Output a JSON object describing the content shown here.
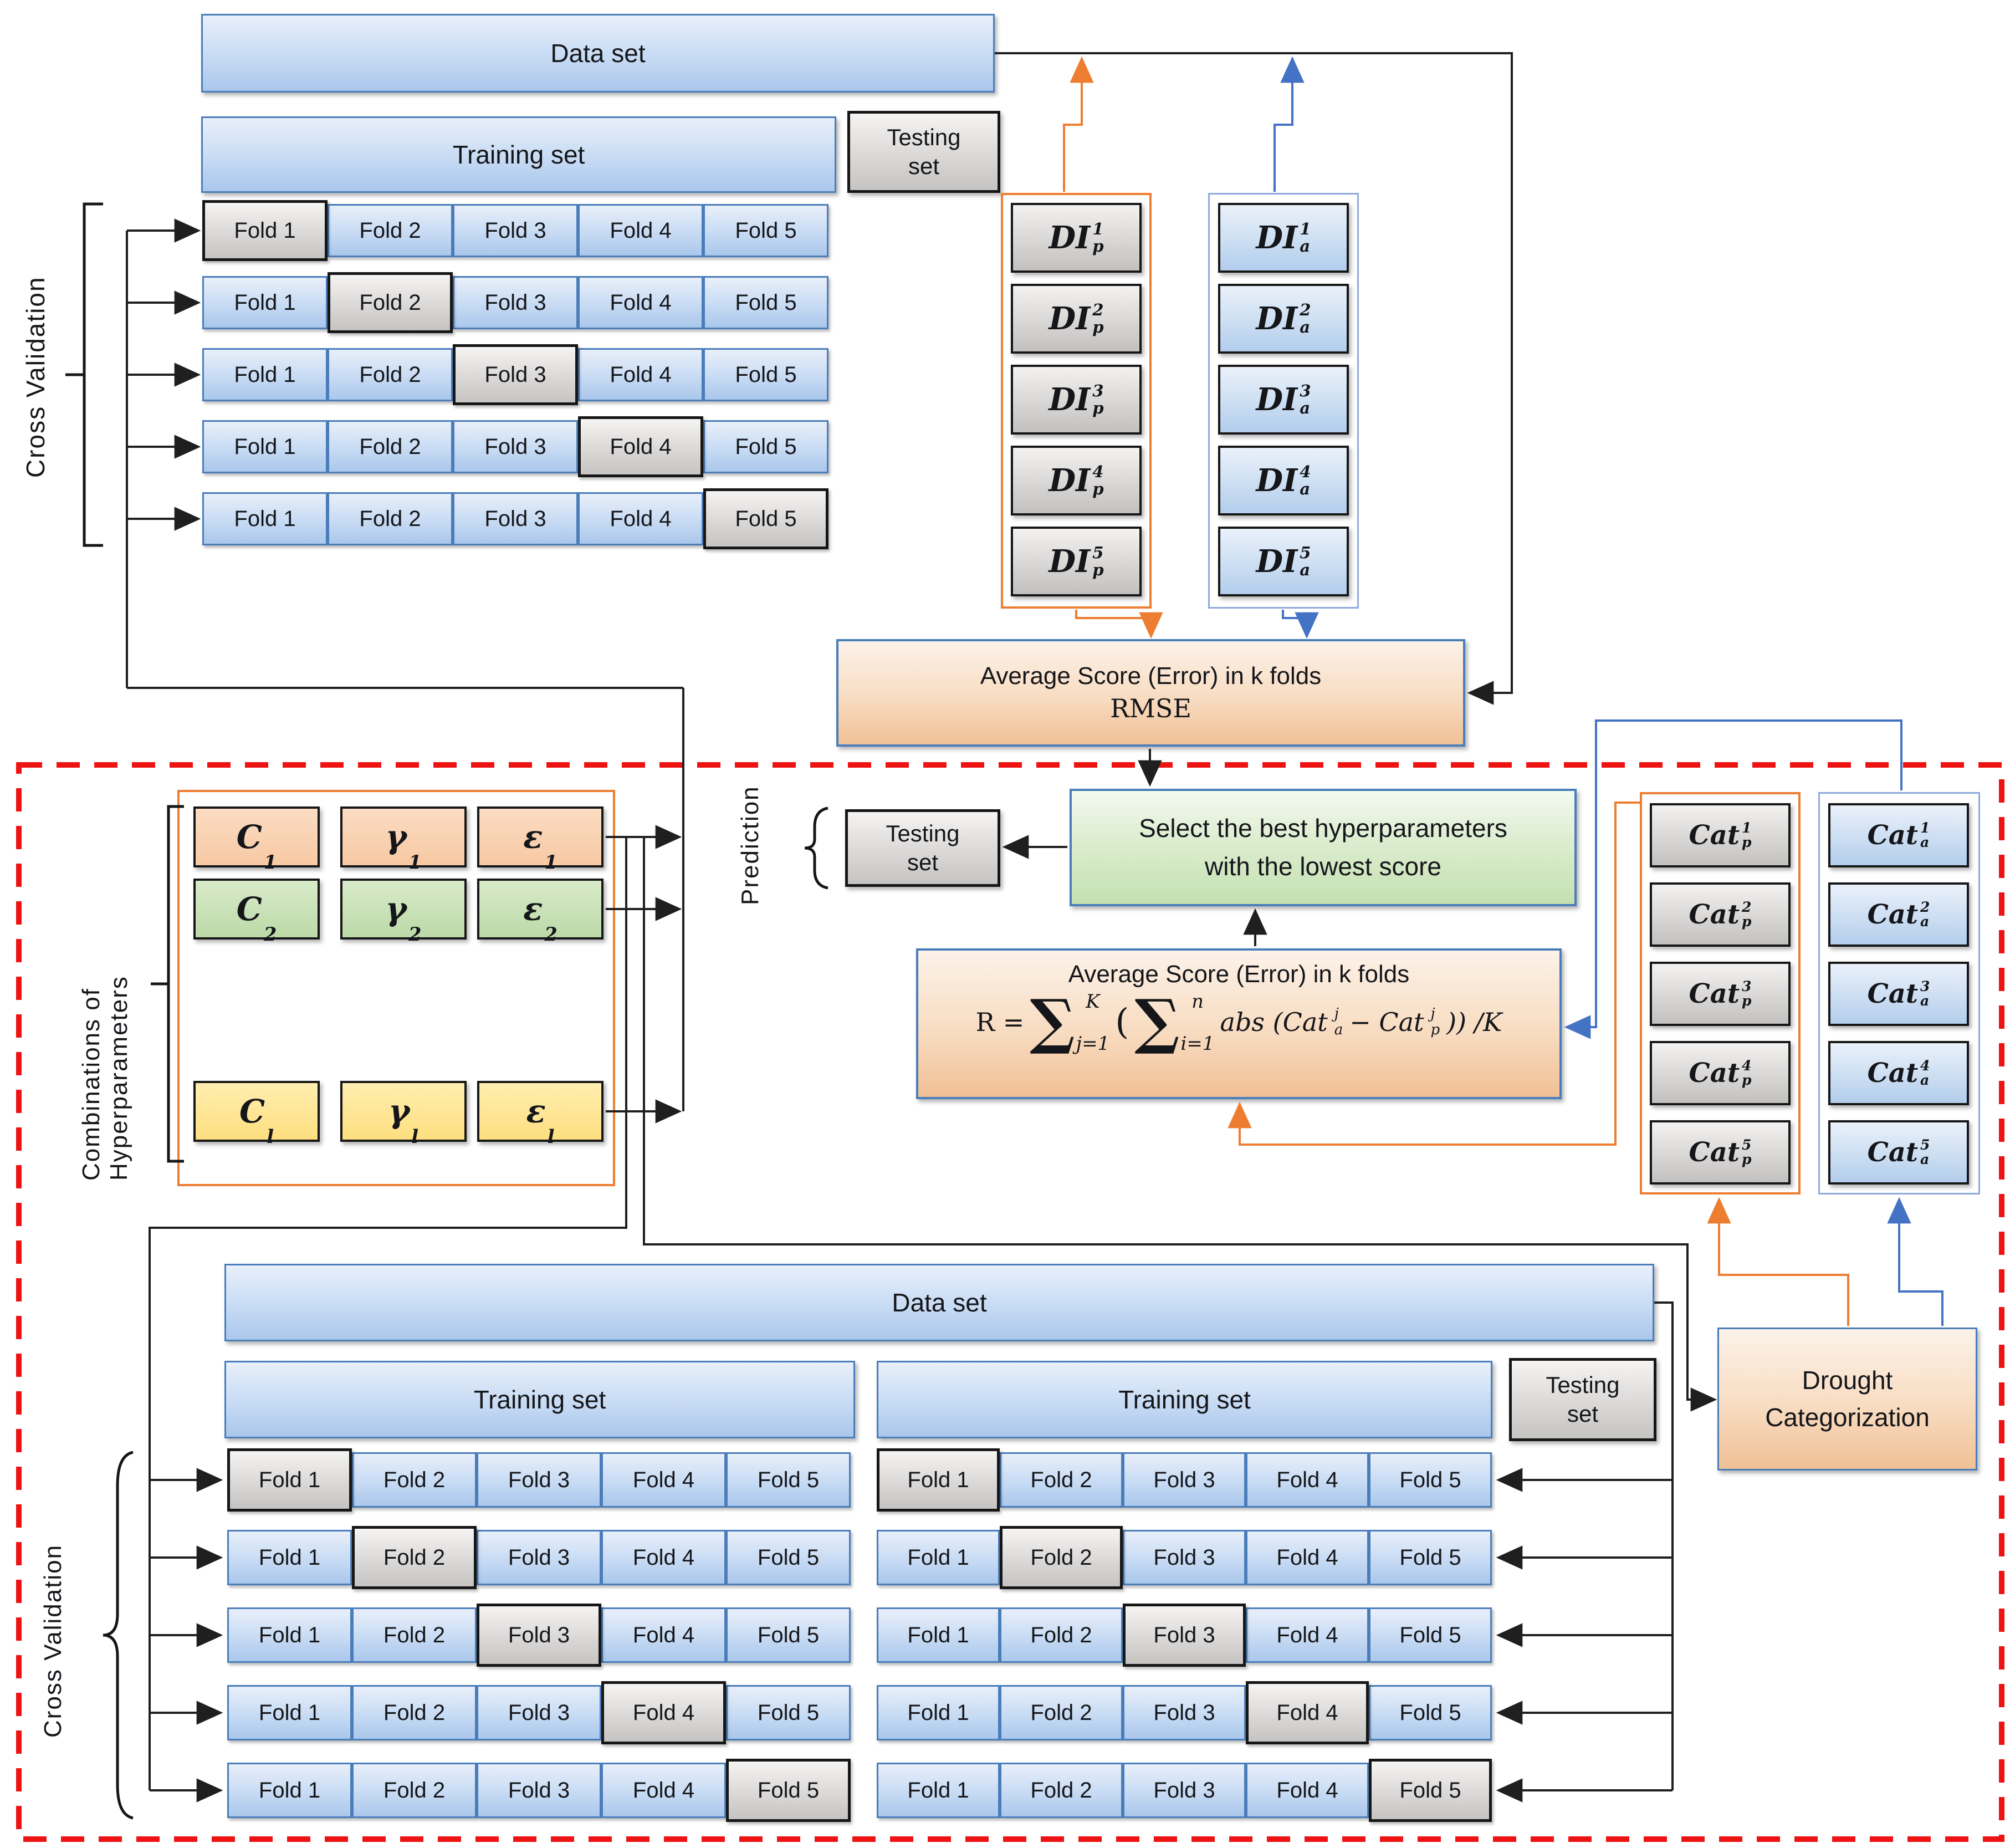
{
  "labels": {
    "data_set_top": "Data set",
    "training_set_top": "Training set",
    "testing_set_top": "Testing set",
    "cross_validation_top": "Cross Validation",
    "cross_validation_bottom": "Cross Validation",
    "combinations": "Combinations of Hyperparameters",
    "prediction": "Prediction",
    "avg_rmse_title": "Average Score (Error) in k folds",
    "avg_rmse_sub": "RMSE",
    "select_best": "Select the best hyperparameters\nwith the lowest score",
    "avg_formula_title": "Average Score (Error) in k folds",
    "testing_set_mid": "Testing set",
    "data_set_bottom": "Data set",
    "training_set_bottom_left": "Training set",
    "training_set_bottom_right": "Training set",
    "testing_set_bottom": "Testing set",
    "drought_categorization": "Drought\nCategorization"
  },
  "folds": [
    "Fold 1",
    "Fold 2",
    "Fold 3",
    "Fold 4",
    "Fold 5"
  ],
  "di_columns": [
    {
      "id": "di-p",
      "base": "DI",
      "sub": "p",
      "indices": [
        "1",
        "2",
        "3",
        "4",
        "5"
      ],
      "style": "graybox",
      "frame": "orange"
    },
    {
      "id": "di-a",
      "base": "DI",
      "sub": "a",
      "indices": [
        "1",
        "2",
        "3",
        "4",
        "5"
      ],
      "style": "bluebox",
      "frame": "blue"
    }
  ],
  "cat_columns": [
    {
      "id": "cat-p",
      "base": "Cat",
      "sub": "p",
      "indices": [
        "1",
        "2",
        "3",
        "4",
        "5"
      ],
      "style": "graybox",
      "frame": "orange"
    },
    {
      "id": "cat-a",
      "base": "Cat",
      "sub": "a",
      "indices": [
        "1",
        "2",
        "3",
        "4",
        "5"
      ],
      "style": "bluebox",
      "frame": "blue"
    }
  ],
  "hyperparameters": {
    "rows": [
      {
        "color": "peach",
        "symbols": [
          {
            "base": "C",
            "sub": "1"
          },
          {
            "base": "γ",
            "sub": "1"
          },
          {
            "base": "ε",
            "sub": "1"
          }
        ]
      },
      {
        "color": "hgreen",
        "symbols": [
          {
            "base": "C",
            "sub": "2"
          },
          {
            "base": "γ",
            "sub": "2"
          },
          {
            "base": "ε",
            "sub": "2"
          }
        ]
      },
      {
        "color": "hyellow",
        "symbols": [
          {
            "base": "C",
            "sub": "l"
          },
          {
            "base": "γ",
            "sub": "l"
          },
          {
            "base": "ε",
            "sub": "l"
          }
        ]
      }
    ]
  },
  "formula": {
    "lhs": "R =",
    "sums": [
      {
        "top": "K",
        "bottom": "j=1"
      },
      {
        "top": "n",
        "bottom": "i=1"
      }
    ],
    "open_paren": "(",
    "abs_part": "abs (Cat",
    "minus_part": "− Cat",
    "close_part": ")) /K",
    "sup": "j",
    "sub_a": "a",
    "sub_p": "p"
  },
  "colors": {
    "accent_orange": "#ed7d31",
    "accent_blue": "#4472c4",
    "steel_border": "#4a7ebb",
    "red_dashed": "#ee1313",
    "line_black": "#1f1f1f"
  }
}
